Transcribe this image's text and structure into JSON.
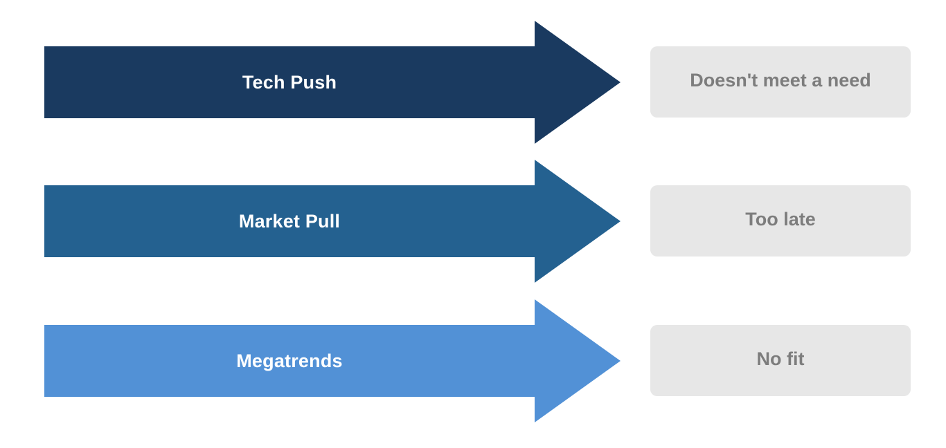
{
  "rows": [
    {
      "label": "Tech Push",
      "outcome": "Doesn't meet a need",
      "color": "#1a3a60"
    },
    {
      "label": "Market Pull",
      "outcome": "Too late",
      "color": "#246190"
    },
    {
      "label": "Megatrends",
      "outcome": "No fit",
      "color": "#5291d6"
    }
  ],
  "outcome_box_color": "#e7e7e7",
  "outcome_text_color": "#7d7d7d"
}
